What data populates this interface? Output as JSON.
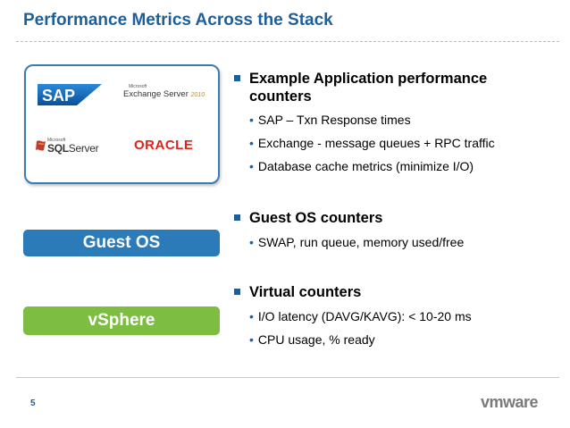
{
  "slide": {
    "title": "Performance Metrics Across the Stack",
    "page_number": "5"
  },
  "logos": {
    "sap": "SAP",
    "exchange_small": "Microsoft",
    "exchange_name": "Exchange Server",
    "exchange_year": "2010",
    "sql_small": "Microsoft",
    "sql_name_a": "SQL",
    "sql_name_b": "Server",
    "oracle": "ORACLE"
  },
  "layers": {
    "guest_os": "Guest OS",
    "vsphere": "vSphere"
  },
  "sections": [
    {
      "heading_line1": "Example Application performance",
      "heading_line2": "counters",
      "items": [
        "SAP – Txn Response times",
        "Exchange - message queues + RPC traffic",
        "Database cache metrics (minimize I/O)"
      ]
    },
    {
      "heading_line1": "Guest OS counters",
      "items": [
        "SWAP, run queue, memory used/free"
      ]
    },
    {
      "heading_line1": "Virtual counters",
      "items": [
        "I/O latency (DAVG/KAVG): < 10-20 ms",
        "CPU usage, % ready"
      ]
    }
  ],
  "brand": {
    "name": "vmware",
    "accent_color": "#1f5f99",
    "guest_color": "#2b7bb9",
    "vsphere_color": "#7cbd42"
  }
}
